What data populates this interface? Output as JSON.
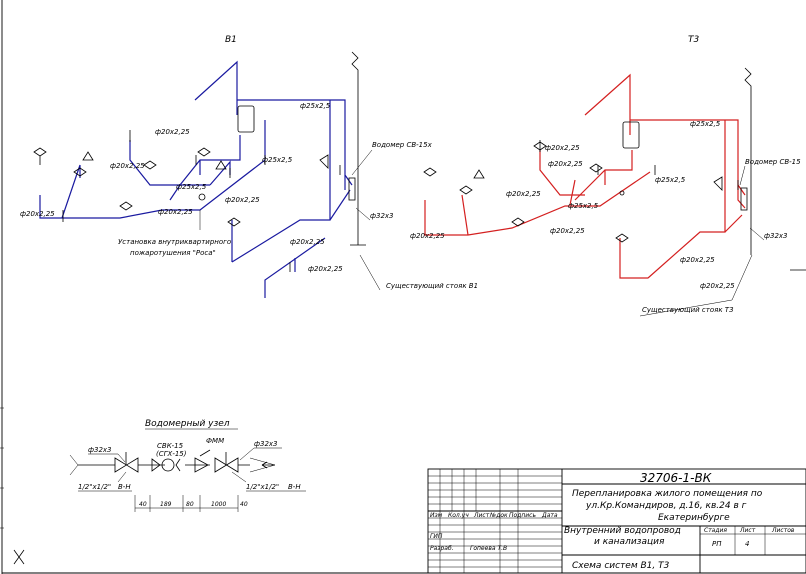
{
  "systems": {
    "b1": {
      "title": "В1",
      "pipe_25": "ф25х2,5",
      "pipe_20": "ф20х2,25",
      "pipe_32": "ф32х3",
      "meter_label": "Водомер СВ-15х",
      "fire_label_1": "Установка внутриквартирного",
      "fire_label_2": "пожаротушения \"Роса\"",
      "riser_label": "Существующий стояк В1"
    },
    "t3": {
      "title": "Т3",
      "pipe_25": "ф25х2,5",
      "pipe_20": "ф20х2,25",
      "pipe_32": "ф32х3",
      "meter_label": "Водомер СВ-15",
      "riser_label": "Существующий стояк Т3"
    }
  },
  "meter_node": {
    "title": "Водомерный узел",
    "pipe_left": "ф32х3",
    "pipe_right": "ф32х3",
    "meter_name_1": "СВК-15",
    "meter_name_2": "(СГХ-15)",
    "filter": "ФММ",
    "valve_left": "1/2\"х1/2\"",
    "valve_right": "1/2\"х1/2\"",
    "flow_left": "В-Н",
    "flow_right": "В-Н",
    "dims": [
      "40",
      "189",
      "80",
      "1000",
      "40"
    ]
  },
  "title_block": {
    "code": "32706-1-ВК",
    "project_1": "Перепланировка жилого помещения по",
    "project_2": "ул.Кр.Командиров, д.16, кв.24 в г",
    "project_3": "Екатеринбурге",
    "header_cols": [
      "Изм",
      "Кол.уч",
      "Лист",
      "№док",
      "Подпись",
      "Дата"
    ],
    "role_1": "ГИП",
    "role_2": "Разраб.",
    "name_2": "Гопеева Т.В",
    "section_1": "Внутренний водопровод",
    "section_2": "и канализация",
    "stage_h": "Стадия",
    "sheet_h": "Лист",
    "sheets_h": "Листов",
    "stage": "РП",
    "sheet": "4",
    "sheet_title": "Схема систем В1, Т3"
  },
  "colors": {
    "cold": "#1a1aa0",
    "hot": "#d42020",
    "ink": "#000000"
  }
}
